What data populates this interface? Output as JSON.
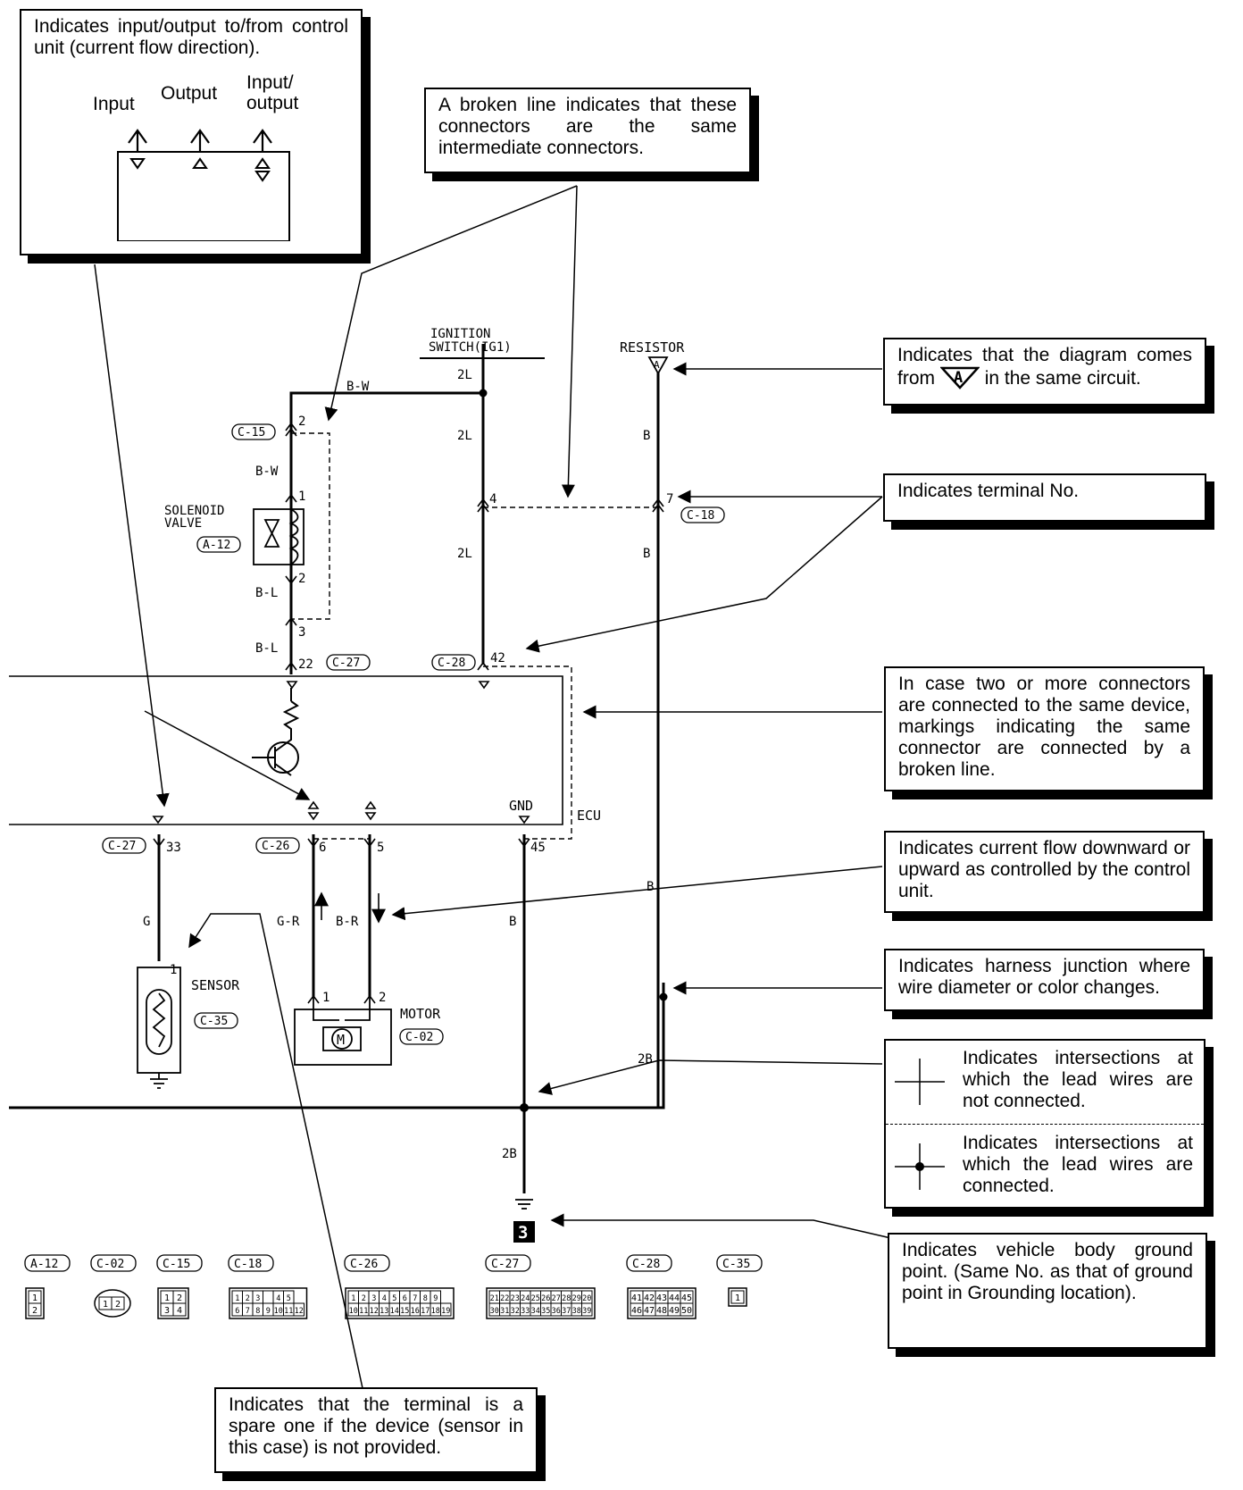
{
  "callouts": {
    "io": "Indicates input/output to/from control unit (current flow direction).",
    "io_input": "Input",
    "io_output": "Output",
    "io_input_output": "Input/ output",
    "broken_line": "A broken line indicates that these connectors are the same intermediate connectors.",
    "comes_from_pre": "Indicates that the diagram comes from",
    "comes_from_post": "in the same circuit.",
    "comes_from_symbol": "A",
    "terminal_no": "Indicates terminal No.",
    "same_device": "In case two or more connectors are connected to the same device, markings indicating the same connector are connected by a broken line.",
    "current_flow": "Indicates current flow downward or upward as controlled by the control unit.",
    "junction": "Indicates harness junction where wire diameter or color changes.",
    "not_connected": "Indicates intersections at which the lead wires are not connected.",
    "connected": "Indicates intersections at which the lead wires are connected.",
    "ground_point": "Indicates vehicle body ground point. (Same No. as that of ground point in Grounding location).",
    "spare_terminal": "Indicates that the terminal is a spare one if the device (sensor in this case) is not provided."
  },
  "diagram": {
    "ignition_switch_1": "IGNITION",
    "ignition_switch_2": "SWITCH(IG1)",
    "resistor": "RESISTOR",
    "resistor_symbol": "A",
    "solenoid_1": "SOLENOID",
    "solenoid_2": "VALVE",
    "sensor": "SENSOR",
    "motor": "MOTOR",
    "ecu": "ECU",
    "gnd": "GND",
    "ground_no": "3",
    "wires": {
      "bw_top": "B-W",
      "bw": "B-W",
      "bl_1": "B-L",
      "bl_2": "B-L",
      "twol_a": "2L",
      "twol_b": "2L",
      "twol_c": "2L",
      "b_1": "B",
      "b_2": "B",
      "b_3": "B",
      "b_4": "B",
      "g": "G",
      "gr": "G-R",
      "br": "B-R",
      "twob_1": "2B",
      "twob_2": "2B"
    },
    "terminals": {
      "t2_c15": "2",
      "t1_sol": "1",
      "t2_sol": "2",
      "t3": "3",
      "t22": "22",
      "t4": "4",
      "t7": "7",
      "t42": "42",
      "t33": "33",
      "t6": "6",
      "t5": "5",
      "t45": "45",
      "t1_sensor": "1",
      "t1_motor": "1",
      "t2_motor": "2"
    },
    "connectors": {
      "c15": "C-15",
      "a12": "A-12",
      "c18": "C-18",
      "c27_top": "C-27",
      "c28_top": "C-28",
      "c27_bot": "C-27",
      "c26": "C-26",
      "c35": "C-35",
      "c02": "C-02"
    }
  },
  "connector_legend": [
    {
      "id": "A-12",
      "pins": [
        [
          "1"
        ],
        [
          "2"
        ]
      ]
    },
    {
      "id": "C-02",
      "pins": [
        [
          "1",
          "2"
        ]
      ]
    },
    {
      "id": "C-15",
      "pins": [
        [
          "1",
          "2"
        ],
        [
          "3",
          "4"
        ]
      ]
    },
    {
      "id": "C-18",
      "pins": [
        [
          "1",
          "2",
          "3",
          "",
          "4",
          "5"
        ],
        [
          "6",
          "7",
          "8",
          "9",
          "10",
          "11",
          "12"
        ]
      ]
    },
    {
      "id": "C-26",
      "pins": [
        [
          "1",
          "2",
          "3",
          "4",
          "5",
          "6",
          "7",
          "8",
          "9"
        ],
        [
          "10",
          "11",
          "12",
          "13",
          "14",
          "15",
          "16",
          "17",
          "18",
          "19"
        ]
      ]
    },
    {
      "id": "C-27",
      "pins": [
        [
          "21",
          "22",
          "23",
          "24",
          "25",
          "26",
          "27",
          "28",
          "29",
          "20"
        ],
        [
          "30",
          "31",
          "32",
          "33",
          "34",
          "35",
          "36",
          "37",
          "38",
          "39"
        ]
      ]
    },
    {
      "id": "C-28",
      "pins": [
        [
          "41",
          "42",
          "43",
          "44",
          "45"
        ],
        [
          "46",
          "47",
          "48",
          "49",
          "50"
        ]
      ]
    },
    {
      "id": "C-35",
      "pins": [
        [
          "1"
        ]
      ]
    }
  ]
}
